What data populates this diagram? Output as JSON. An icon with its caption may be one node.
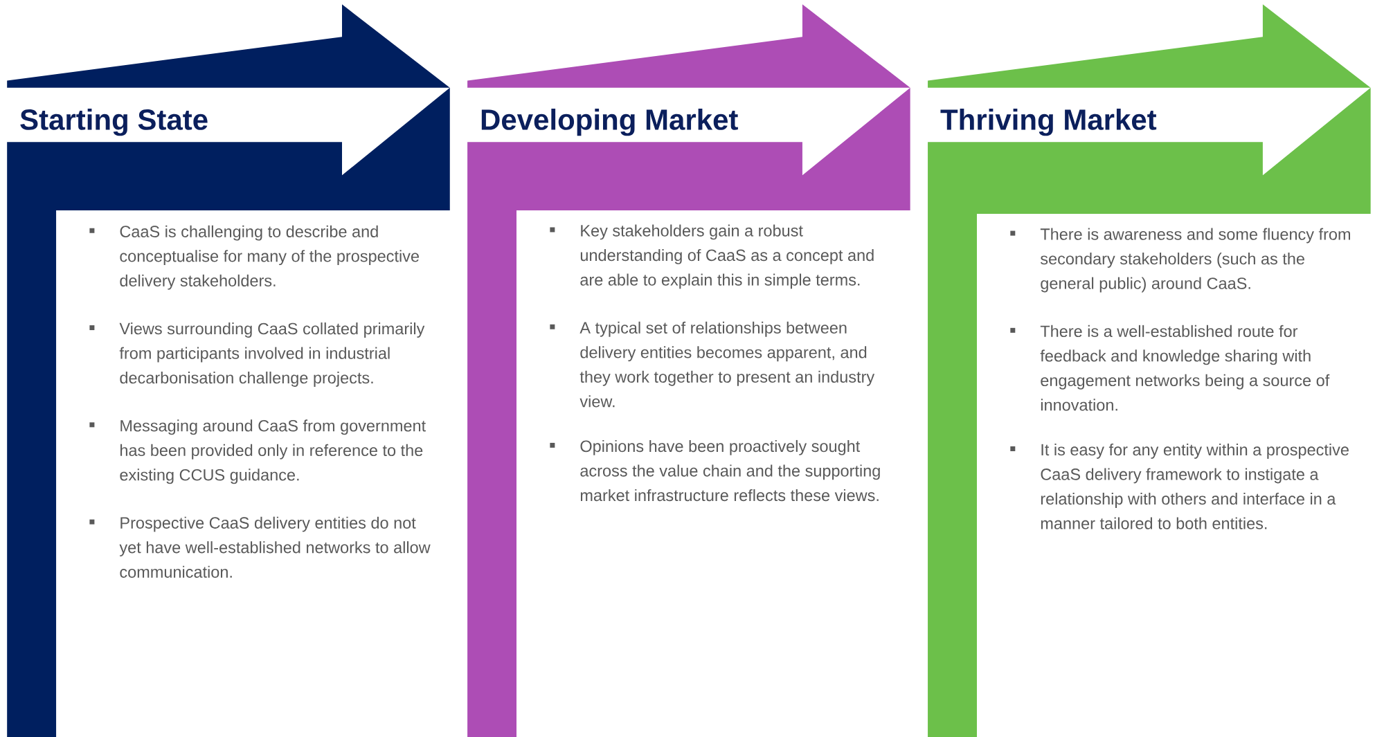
{
  "diagram": {
    "nodes": [
      {
        "text": [
          "Starting State",
          "CaaS is challenging to describe and conceptualise for many of the prospective delivery stakeholders.",
          "Views surrounding CaaS collated primarily from participants involved in industrial decarbonisation challenge projects.",
          "Messaging around CaaS from government has been provided only in reference to the existing CCUS guidance.",
          "Prospective CaaS delivery entities do not yet have well-established networks to allow communication."
        ]
      },
      {
        "text": [
          "Developing Market",
          "Key stakeholders gain a robust understanding of CaaS as a concept and are able to explain this in simple terms.",
          "A typical set of relationships between delivery entities becomes apparent, and they work together to present an industry view.",
          "Opinions have been proactively sought across the value chain and the supporting market infrastructure reflects these views."
        ]
      },
      {
        "text": [
          "Thriving Market",
          "There is awareness and some fluency from secondary stakeholders (such as the general public) around CaaS.",
          "There is a well-established route for feedback and knowledge sharing with engagement networks being a source of innovation.",
          "It is easy for any entity within a prospective CaaS delivery framework to instigate a relationship with others and interface in a manner tailored to both entities."
        ]
      }
    ]
  }
}
